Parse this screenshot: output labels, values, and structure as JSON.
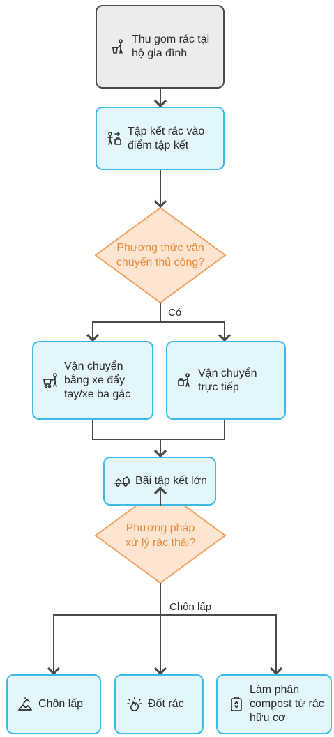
{
  "colors": {
    "process_fill": "#e3f6fc",
    "process_border": "#3dbbe6",
    "start_fill": "#ececec",
    "start_border": "#4a4a4a",
    "decision_fill": "#fde5d2",
    "decision_border": "#f0a35e",
    "decision_text": "#e58a3a",
    "line": "#4a4a4a"
  },
  "nodes": {
    "start": {
      "label": "Thu gom rác tại hộ gia đình",
      "icon": "person-trash-icon"
    },
    "gather": {
      "label": "Tập kết rác vào điểm tập kết",
      "icon": "person-luggage-icon"
    },
    "decision1": {
      "label": "Phương thức vận chuyển thủ công?"
    },
    "cart": {
      "label": "Vận chuyển bằng xe đẩy tay/xe ba gác",
      "icon": "person-cart-icon"
    },
    "direct": {
      "label": "Vận chuyển trực tiếp",
      "icon": "person-carry-icon"
    },
    "site": {
      "label": "Bãi tập kết lớn",
      "icon": "dump-truck-icon"
    },
    "decision2": {
      "label": "Phương pháp xử lý rác thải?"
    },
    "landfill": {
      "label": "Chôn lấp",
      "icon": "landfill-icon"
    },
    "burn": {
      "label": "Đốt rác",
      "icon": "fire-icon"
    },
    "compost": {
      "label": "Làm phân compost từ rác hữu cơ",
      "icon": "recycle-bin-icon"
    }
  },
  "edges": {
    "yes_label": "Có",
    "landfill_label": "Chôn lấp"
  }
}
